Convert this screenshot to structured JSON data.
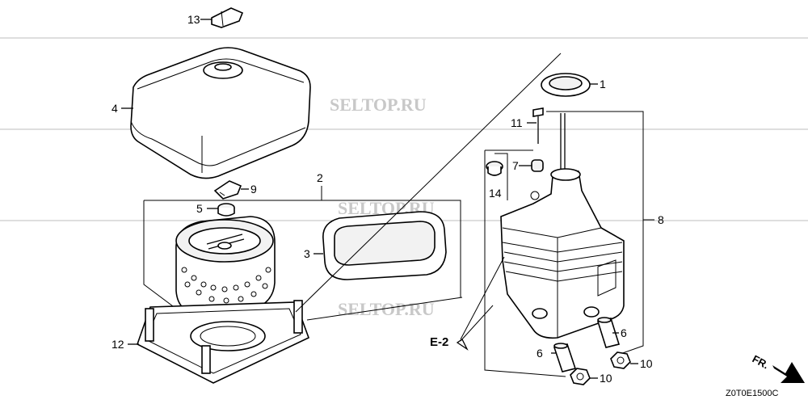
{
  "watermarks": [
    "SELTOP.RU",
    "SELTOP.RU",
    "SELTOP.RU"
  ],
  "callouts": {
    "c1": "1",
    "c2": "2",
    "c3": "3",
    "c4": "4",
    "c5": "5",
    "c6a": "6",
    "c6b": "6",
    "c7": "7",
    "c8": "8",
    "c9": "9",
    "c10a": "10",
    "c10b": "10",
    "c11": "11",
    "c12": "12",
    "c13": "13",
    "c14": "14"
  },
  "reference": "E-2",
  "front_marker": "FR.",
  "drawing_code": "Z0T0E1500C"
}
